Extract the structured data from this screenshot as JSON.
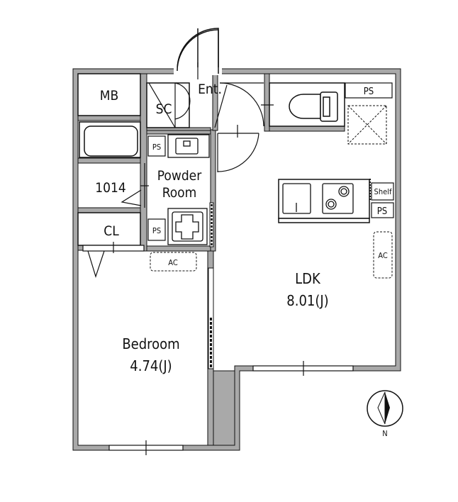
{
  "rooms": {
    "mb": "MB",
    "sc": "SC",
    "entrance": "Ent.",
    "bath": "1014",
    "powder_line1": "Powder",
    "powder_line2": "Room",
    "closet": "CL",
    "ldk_name": "LDK",
    "ldk_size": "8.01(J)",
    "bedroom_name": "Bedroom",
    "bedroom_size": "4.74(J)"
  },
  "labels": {
    "ps_top": "PS",
    "ps_powder_upper": "PS",
    "ps_powder_lower": "PS",
    "ps_kitchen": "PS",
    "shelf": "Shelf",
    "ac_bedroom": "AC",
    "ac_ldk": "AC",
    "north": "N"
  },
  "colors": {
    "wall": "#a9a9a9",
    "line": "#111111",
    "background": "#ffffff"
  },
  "icons": [
    "compass-north-icon",
    "toilet-icon",
    "stove-icon",
    "sink-icon",
    "washbasin-icon",
    "washer-pan-icon",
    "bathtub-icon"
  ]
}
